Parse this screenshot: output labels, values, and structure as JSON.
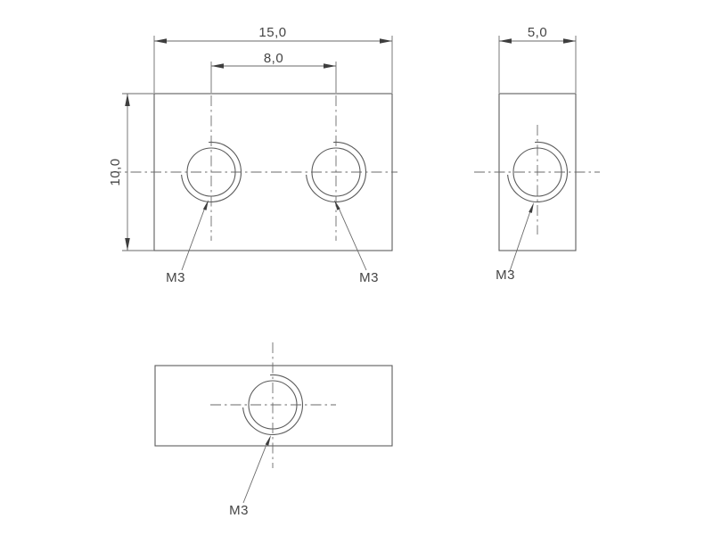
{
  "drawing": {
    "type": "technical-drawing",
    "colors": {
      "background": "#ffffff",
      "line": "#5f5f5f",
      "text": "#454545"
    },
    "views": {
      "front": {
        "dims": {
          "width": "15,0",
          "hole_spacing": "8,0",
          "height": "10,0"
        },
        "labels": {
          "left_hole_thread": "M3",
          "right_hole_thread": "M3"
        }
      },
      "side": {
        "dims": {
          "width": "5,0"
        },
        "labels": {
          "hole_thread": "M3"
        }
      },
      "top": {
        "labels": {
          "hole_thread": "M3"
        }
      }
    }
  }
}
